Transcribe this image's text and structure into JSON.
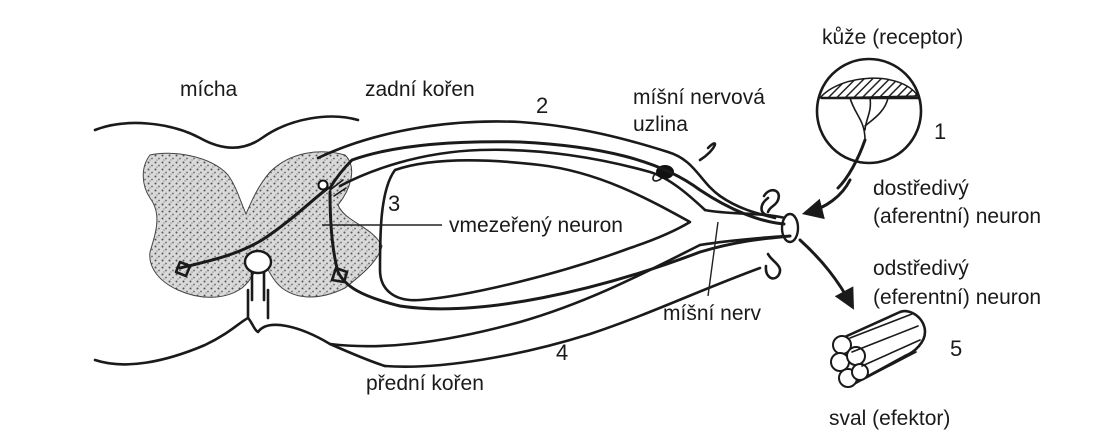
{
  "labels": {
    "micha": "mícha",
    "zadni_koren": "zadní kořen",
    "predni_koren": "přední kořen",
    "ganglion_line1": "míšní nervová",
    "ganglion_line2": "uzlina",
    "interneuron": "vmezeřený neuron",
    "nerve": "míšní nerv",
    "skin": "kůže (receptor)",
    "afferent_line1": "dostředivý",
    "afferent_line2": "(aferentní) neuron",
    "efferent_line1": "odstředivý",
    "efferent_line2": "(eferentní) neuron",
    "muscle": "sval (efektor)"
  },
  "numbers": {
    "n1": "1",
    "n2": "2",
    "n3": "3",
    "n4": "4",
    "n5": "5"
  }
}
